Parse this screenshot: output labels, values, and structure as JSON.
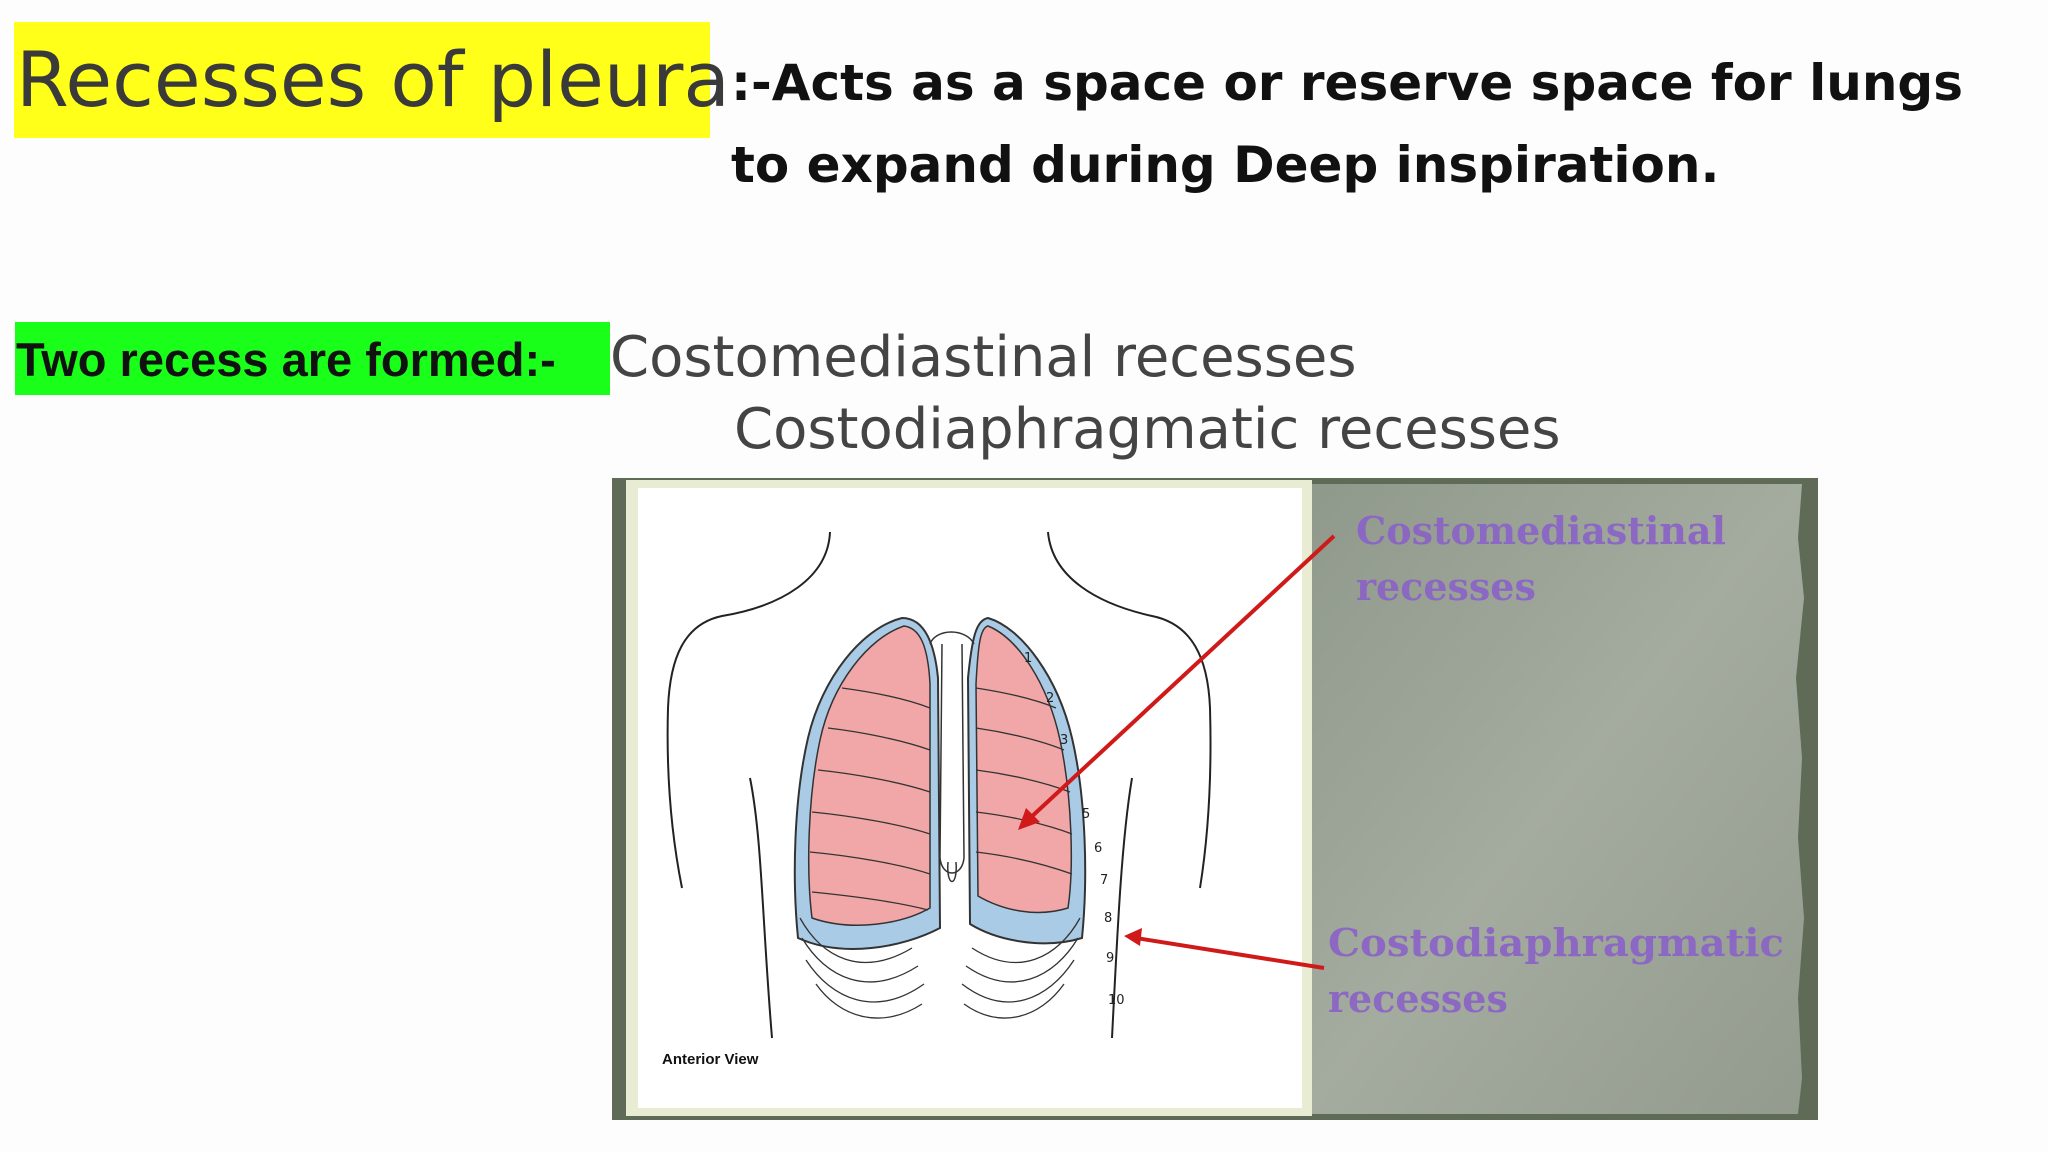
{
  "slide": {
    "title": "Recesses of pleura",
    "description_line1": ":-Acts as a space or reserve space for lungs",
    "description_line2": "to expand during  Deep inspiration.",
    "subheading": "Two recess are formed:-",
    "recess_items": [
      "Costomediastinal  recesses",
      "Costodiaphragmatic recesses"
    ]
  },
  "figure": {
    "view_label": "Anterior View",
    "callout_1_line1": "Costomediastinal",
    "callout_1_line2": "recesses",
    "callout_2_line1": "Costodiaphragmatic",
    "callout_2_line2": "recesses",
    "rib_numbers": [
      "1",
      "2",
      "3",
      "5",
      "6",
      "7",
      "8",
      "9",
      "10"
    ]
  },
  "colors": {
    "title_highlight": "#ffff1a",
    "subheading_highlight": "#1aff1a",
    "callout_text": "#8a62c8",
    "arrow": "#d01a1a",
    "lung_fill": "#f1a7a7",
    "pleura_fill": "#a9cbe6"
  }
}
